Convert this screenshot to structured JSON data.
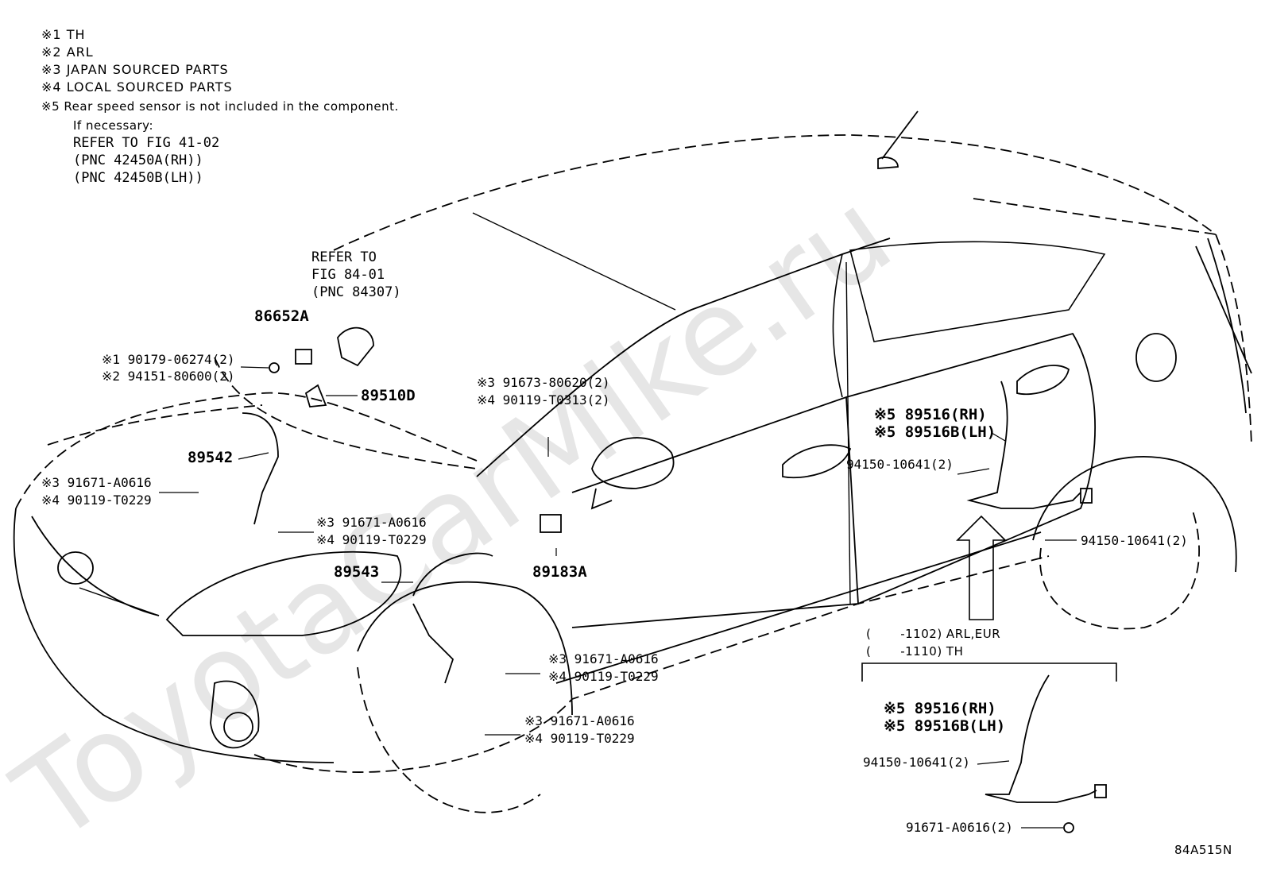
{
  "watermark": "ToyotaCarMike.ru",
  "legend": [
    {
      "mark": "※1",
      "text": "TH"
    },
    {
      "mark": "※2",
      "text": "ARL"
    },
    {
      "mark": "※3",
      "text": "JAPAN SOURCED PARTS"
    },
    {
      "mark": "※4",
      "text": "LOCAL SOURCED PARTS"
    },
    {
      "mark": "※5",
      "text": "Rear speed sensor is not included in the component."
    }
  ],
  "legend_note": {
    "line1": "If necessary:",
    "line2": "REFER TO FIG 41-02",
    "line3": "(PNC 42450A(RH))",
    "line4": "(PNC 42450B(LH))"
  },
  "refer_fig": {
    "line1": "REFER TO",
    "line2": "FIG 84-01",
    "line3": "(PNC 84307)"
  },
  "parts": {
    "p86652a": "86652A",
    "p89510d": "89510D",
    "p89542": "89542",
    "p89543": "89543",
    "p89183a": "89183A",
    "bolt_top_1": "※1 90179-06274(2)",
    "bolt_top_2": "※2 94151-80600(2)",
    "bolt_89542_a": "※3 91671-A0616",
    "bolt_89542_b": "※4 90119-T0229",
    "bolt_mid_a": "※3 91671-A0616",
    "bolt_mid_b": "※4 90119-T0229",
    "bolt_89183_a": "※3 91673-80620(2)",
    "bolt_89183_b": "※4 90119-T0313(2)",
    "bolt_wheel1_a": "※3 91671-A0616",
    "bolt_wheel1_b": "※4 90119-T0229",
    "bolt_wheel2_a": "※3 91671-A0616",
    "bolt_wheel2_b": "※4 90119-T0229",
    "rear_rh": "※5 89516(RH)",
    "rear_lh": "※5 89516B(LH)",
    "rear_nut": "94150-10641(2)",
    "rear_nut2": "94150-10641(2)",
    "range1": "(       -1102) ARL,EUR",
    "range2": "(       -1110) TH",
    "inset_rh": "※5 89516(RH)",
    "inset_lh": "※5 89516B(LH)",
    "inset_nut": "94150-10641(2)",
    "inset_bolt": "91671-A0616(2)"
  },
  "figure_id": "84A515N"
}
